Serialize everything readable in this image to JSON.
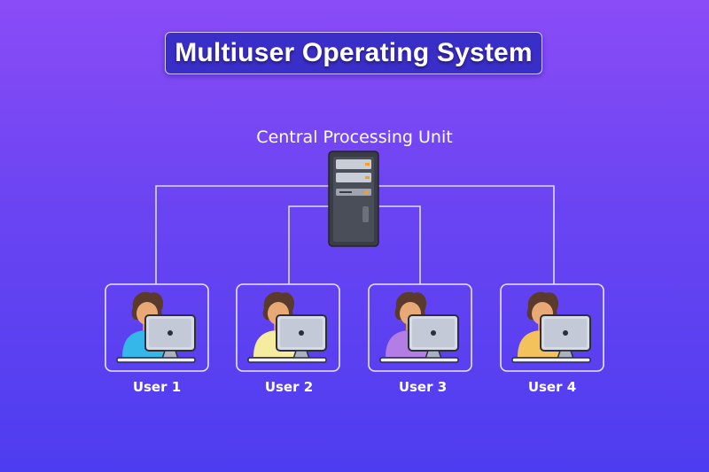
{
  "title": "Multiuser Operating System",
  "cpu": {
    "label": "Central Processing Unit"
  },
  "users": [
    {
      "label": "User 1",
      "shirt_color": "#35b7ea"
    },
    {
      "label": "User 2",
      "shirt_color": "#f6eca0"
    },
    {
      "label": "User 3",
      "shirt_color": "#b27ee6"
    },
    {
      "label": "User 4",
      "shirt_color": "#f3c25d"
    }
  ],
  "colors": {
    "connector": "#d9dcf5",
    "card_border": "#e6e4fb",
    "title_box": "#3a2ec8"
  }
}
